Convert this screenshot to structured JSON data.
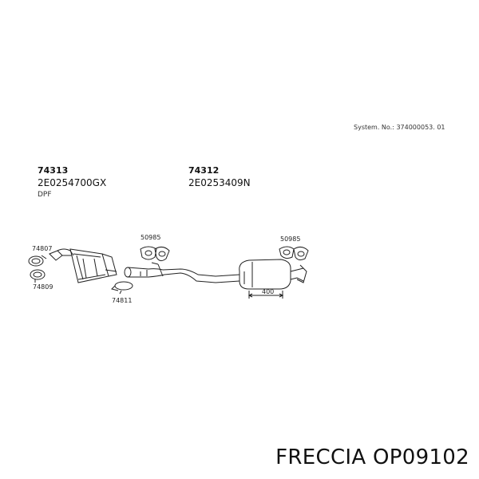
{
  "system_number": "System. No.: 374000053. 01",
  "parts": [
    {
      "part_no": "74313",
      "oem": "2E0254700GX",
      "note": "DPF"
    },
    {
      "part_no": "74312",
      "oem": "2E0253409N"
    }
  ],
  "callouts": {
    "gasket_left_top": "74807",
    "gasket_left_bottom": "74809",
    "clamp": "74811",
    "hanger_mid": "50985",
    "hanger_rear": "50985",
    "dimension": "400"
  },
  "footer": {
    "brand": "FRECCIA",
    "article": "OP09102"
  }
}
